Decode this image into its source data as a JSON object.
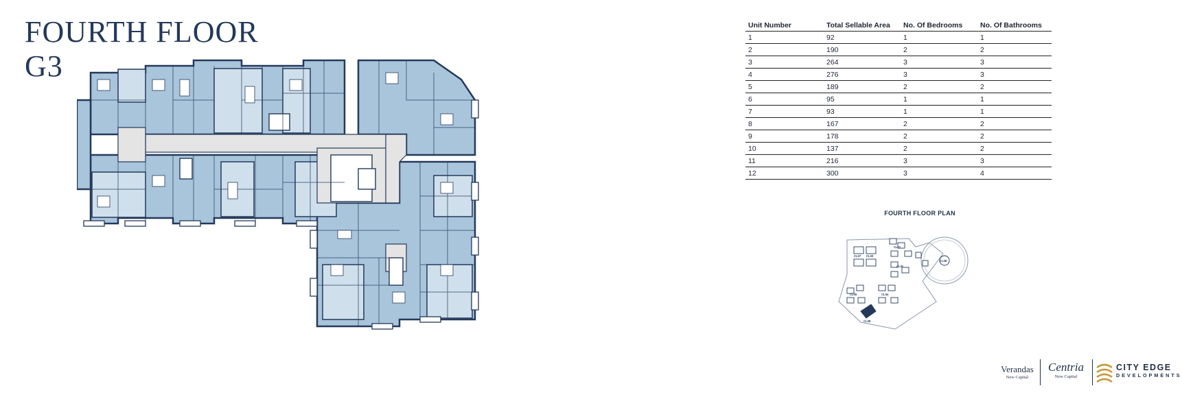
{
  "page": {
    "title_line1": "FOURTH FLOOR",
    "title_line2": "G3"
  },
  "table": {
    "headers": [
      "Unit Number",
      "Total Sellable Area",
      "No. Of Bedrooms",
      "No. Of Bathrooms"
    ],
    "rows": [
      [
        "1",
        "92",
        "1",
        "1"
      ],
      [
        "2",
        "190",
        "2",
        "2"
      ],
      [
        "3",
        "264",
        "3",
        "3"
      ],
      [
        "4",
        "276",
        "3",
        "3"
      ],
      [
        "5",
        "189",
        "2",
        "2"
      ],
      [
        "6",
        "95",
        "1",
        "1"
      ],
      [
        "7",
        "93",
        "1",
        "1"
      ],
      [
        "8",
        "167",
        "2",
        "2"
      ],
      [
        "9",
        "178",
        "2",
        "2"
      ],
      [
        "10",
        "137",
        "2",
        "2"
      ],
      [
        "11",
        "216",
        "3",
        "3"
      ],
      [
        "12",
        "300",
        "3",
        "4"
      ]
    ]
  },
  "keyplan": {
    "title": "FOURTH FLOOR PLAN",
    "cluster_labels": [
      "CL01",
      "CL02",
      "CL03",
      "CL04",
      "CL05",
      "CL06",
      "CL07",
      "CL08"
    ]
  },
  "logos": {
    "verandas": "Verandas",
    "verandas_sub": "New Capital",
    "centria": "Centria",
    "centria_sub": "New Capital",
    "cityedge_line1": "CITY EDGE",
    "cityedge_line2": "DEVELOPMENTS"
  },
  "colors": {
    "navy": "#24395a",
    "plan_fill": "#a9c5dc",
    "plan_fill_light": "#cfe0ec",
    "corridor": "#e4e4e4",
    "gold": "#c69a3e"
  }
}
